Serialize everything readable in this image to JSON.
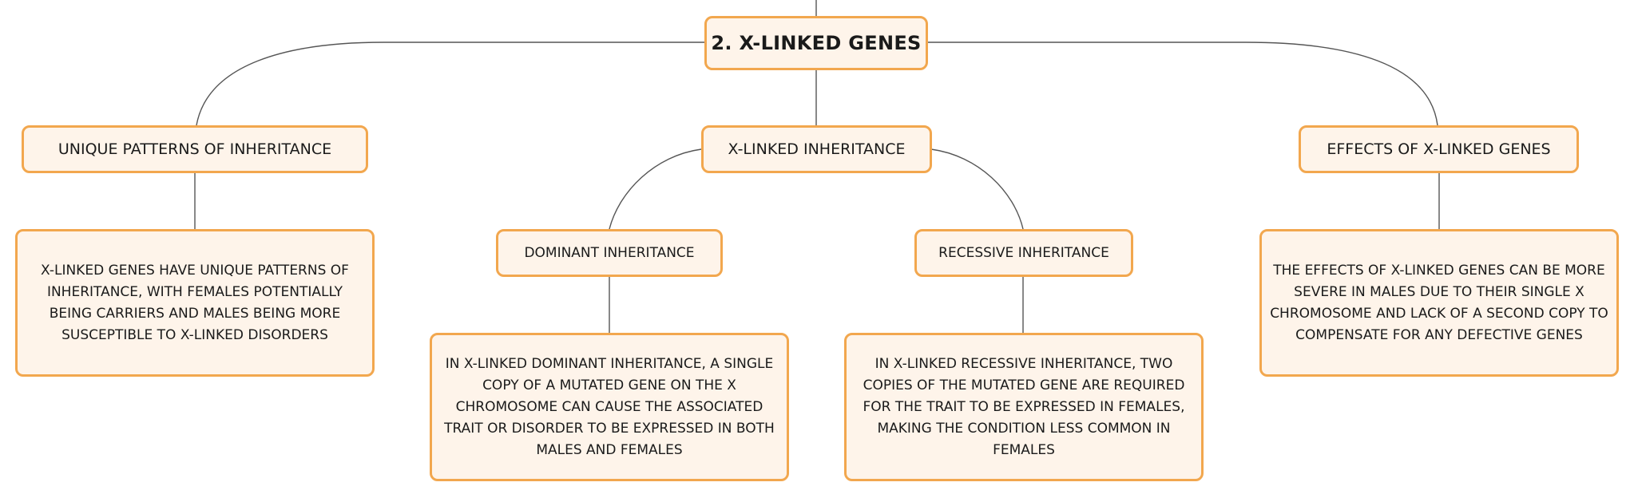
{
  "map": {
    "root": "2. X-LINKED GENES",
    "branches": {
      "unique": {
        "label": "UNIQUE PATTERNS OF INHERITANCE",
        "detail": "X-LINKED GENES HAVE UNIQUE PATTERNS OF INHERITANCE, WITH FEMALES POTENTIALLY BEING CARRIERS AND MALES BEING MORE SUSCEPTIBLE TO X-LINKED DISORDERS"
      },
      "xlinked": {
        "label": "X-LINKED INHERITANCE",
        "dominant": {
          "label": "DOMINANT INHERITANCE",
          "detail": "IN X-LINKED DOMINANT INHERITANCE, A SINGLE COPY OF A MUTATED GENE ON THE X CHROMOSOME CAN CAUSE THE ASSOCIATED TRAIT OR DISORDER TO BE EXPRESSED IN BOTH MALES AND FEMALES"
        },
        "recessive": {
          "label": "RECESSIVE INHERITANCE",
          "detail": "IN X-LINKED RECESSIVE INHERITANCE, TWO COPIES OF THE MUTATED GENE ARE REQUIRED FOR THE TRAIT TO BE EXPRESSED IN FEMALES, MAKING THE CONDITION LESS COMMON IN FEMALES"
        }
      },
      "effects": {
        "label": "EFFECTS OF X-LINKED GENES",
        "detail": "THE EFFECTS OF X-LINKED GENES CAN BE MORE SEVERE IN MALES DUE TO THEIR SINGLE X CHROMOSOME AND LACK OF A SECOND COPY TO COMPENSATE FOR ANY DEFECTIVE GENES"
      }
    }
  },
  "colors": {
    "node_fill": "#fef4ea",
    "node_border": "#f2a74e",
    "connector": "#555555",
    "text": "#1a1a1a"
  }
}
